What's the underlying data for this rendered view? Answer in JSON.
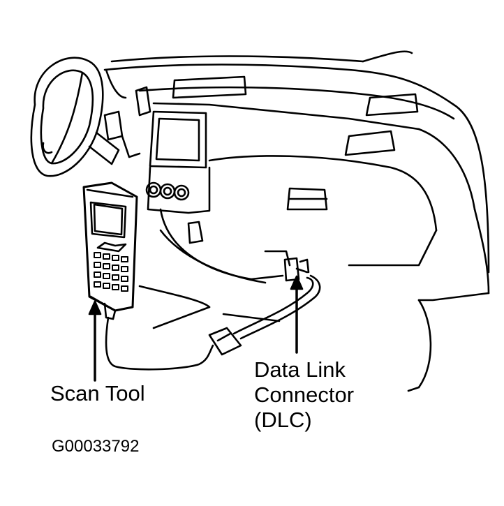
{
  "diagram": {
    "labels": {
      "scan_tool": "Scan Tool",
      "dlc_line1": "Data Link",
      "dlc_line2": "Connector",
      "dlc_line3": "(DLC)",
      "figure_id": "G00033792"
    },
    "colors": {
      "line": "#000000",
      "background": "#ffffff"
    }
  }
}
